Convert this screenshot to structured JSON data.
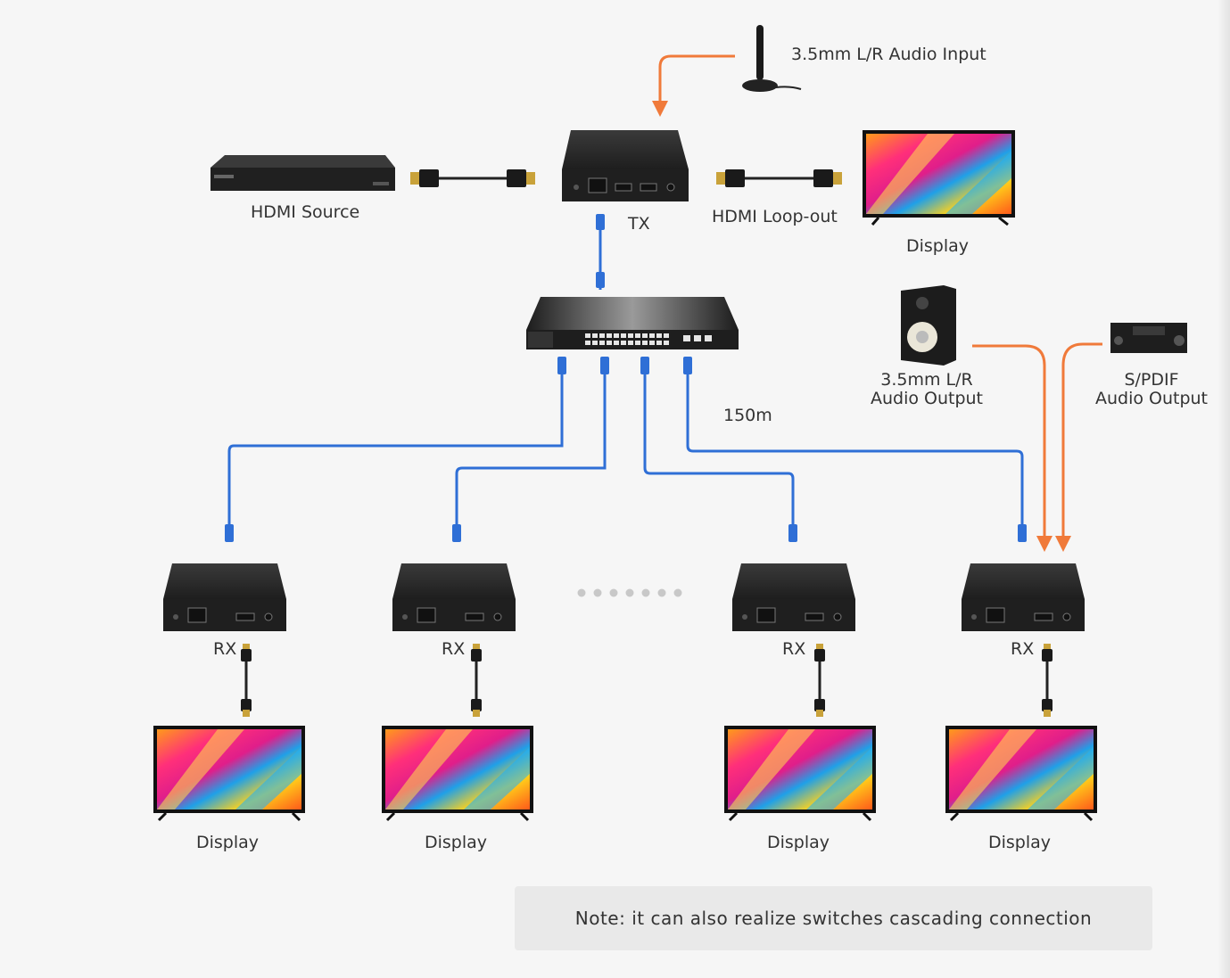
{
  "nodes": {
    "audio_input": {
      "label": "3.5mm L/R Audio Input"
    },
    "hdmi_source": {
      "label": "HDMI Source"
    },
    "tx": {
      "label": "TX"
    },
    "loop_out": {
      "label": "HDMI Loop-out"
    },
    "loop_display": {
      "label": "Display"
    },
    "audio_output_35": {
      "line1": "3.5mm L/R",
      "line2": "Audio Output"
    },
    "spdif_output": {
      "line1": "S/PDIF",
      "line2": "Audio Output"
    },
    "distance": {
      "label": "150m"
    },
    "receivers": [
      {
        "rx_label": "RX",
        "display_label": "Display"
      },
      {
        "rx_label": "RX",
        "display_label": "Display"
      },
      {
        "rx_label": "RX",
        "display_label": "Display"
      },
      {
        "rx_label": "RX",
        "display_label": "Display"
      }
    ]
  },
  "note": "Note: it can also realize switches cascading connection",
  "colors": {
    "network_cable": "#2f6fd6",
    "audio_arrow": "#f07a3a",
    "device_body": "#2b2b2b",
    "background": "#f6f6f6",
    "note_bg": "#e9e9e9"
  }
}
